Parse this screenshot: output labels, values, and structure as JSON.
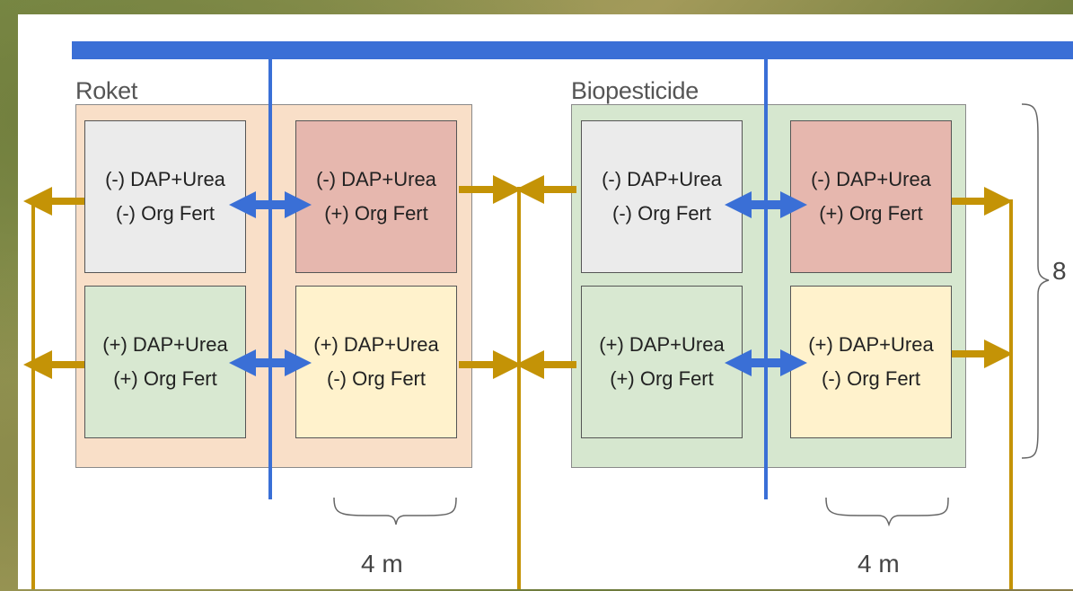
{
  "colors": {
    "roket_bg": "#f9dfc8",
    "bio_bg": "#d6e7cf",
    "neg_neg": "#ebebeb",
    "neg_pos": "#e6b7ae",
    "pos_pos": "#d8e8d1",
    "pos_neg": "#fff2cc",
    "blue_line": "#3a6fd6",
    "gold_line": "#c49306"
  },
  "groups": {
    "roket": {
      "label": "Roket",
      "cells": [
        {
          "line1": "(-) DAP+Urea",
          "line2": "(-) Org Fert"
        },
        {
          "line1": "(-) DAP+Urea",
          "line2": "(+) Org Fert"
        },
        {
          "line1": "(+) DAP+Urea",
          "line2": "(+) Org Fert"
        },
        {
          "line1": "(+) DAP+Urea",
          "line2": "(-) Org Fert"
        }
      ],
      "width_label": "4 m"
    },
    "biopesticide": {
      "label": "Biopesticide",
      "cells": [
        {
          "line1": "(-) DAP+Urea",
          "line2": "(-) Org Fert"
        },
        {
          "line1": "(-) DAP+Urea",
          "line2": "(+) Org Fert"
        },
        {
          "line1": "(+) DAP+Urea",
          "line2": "(+) Org Fert"
        },
        {
          "line1": "(+) DAP+Urea",
          "line2": "(-) Org Fert"
        }
      ],
      "width_label": "4 m"
    }
  },
  "height_label": "8"
}
